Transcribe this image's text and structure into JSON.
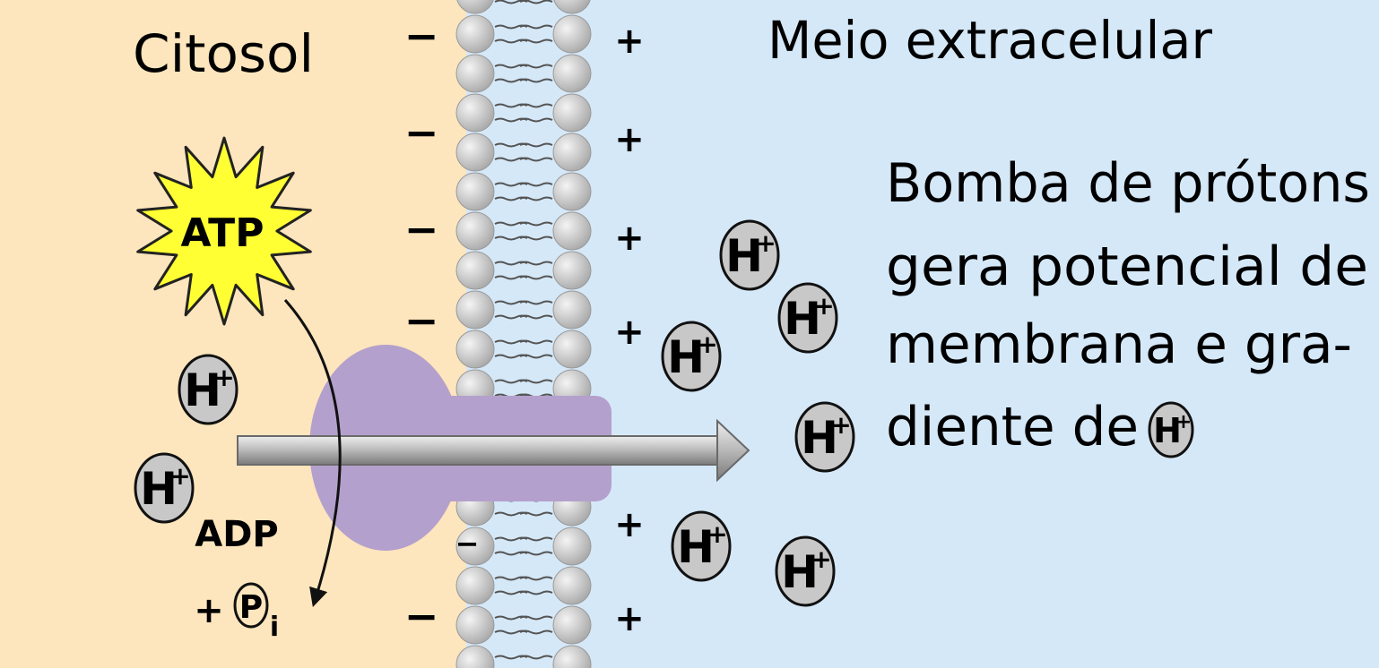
{
  "labels": {
    "citosol": "Citosol",
    "meio": "Meio extracelular",
    "caption": [
      "Bomba de prótons",
      "gera potencial de",
      "membrana e gra-",
      "diente de"
    ],
    "atp": "ATP",
    "adp": "ADP",
    "pi_plus": "+",
    "pi_letter": "P",
    "pi_sub": "i",
    "h_letter": "H",
    "h_plus": "+",
    "minus": "−",
    "plus": "+"
  },
  "colors": {
    "cytosol": "#fde5bd",
    "extracellular": "#d5e8f8",
    "pump": "#b4a0cc",
    "atp_burst": "#ffff33",
    "ion": "#c8c8c8"
  }
}
